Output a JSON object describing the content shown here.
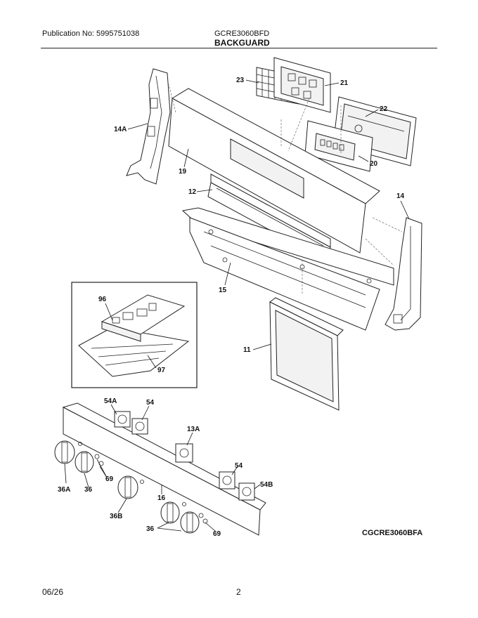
{
  "header": {
    "publication": "Publication No: 5995751038",
    "model": "GCRE3060BFD",
    "section": "BACKGUARD"
  },
  "footer": {
    "date": "06/26",
    "page": "2"
  },
  "diagram_code": "CGCRE3060BFA",
  "callouts": {
    "c23": "23",
    "c21": "21",
    "c22": "22",
    "c20": "20",
    "c14a": "14A",
    "c19": "19",
    "c12": "12",
    "c14": "14",
    "c15": "15",
    "c96": "96",
    "c97": "97",
    "c11": "11",
    "c54a": "54A",
    "c54_top": "54",
    "c13a": "13A",
    "c54_mid": "54",
    "c54b": "54B",
    "c69_left": "69",
    "c36a": "36A",
    "c36_left": "36",
    "c16": "16",
    "c36b": "36B",
    "c36_bottom": "36",
    "c69_bottom": "69"
  }
}
